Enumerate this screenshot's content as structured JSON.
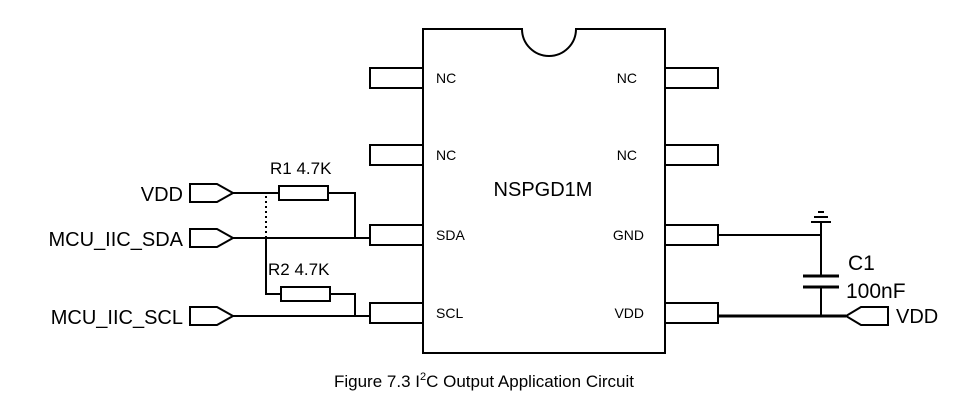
{
  "chip": {
    "name": "NSPGD1M",
    "pins_left": [
      "NC",
      "NC",
      "SDA",
      "SCL"
    ],
    "pins_right": [
      "NC",
      "NC",
      "GND",
      "VDD"
    ]
  },
  "nets": {
    "vdd_left": "VDD",
    "sda": "MCU_IIC_SDA",
    "scl": "MCU_IIC_SCL",
    "vdd_right": "VDD"
  },
  "components": {
    "r1": "R1 4.7K",
    "r2": "R2 4.7K",
    "c1_name": "C1",
    "c1_value": "100nF"
  },
  "caption": {
    "prefix": "Figure 7.3 I",
    "superscript": "2",
    "suffix": "C Output Application Circuit"
  }
}
